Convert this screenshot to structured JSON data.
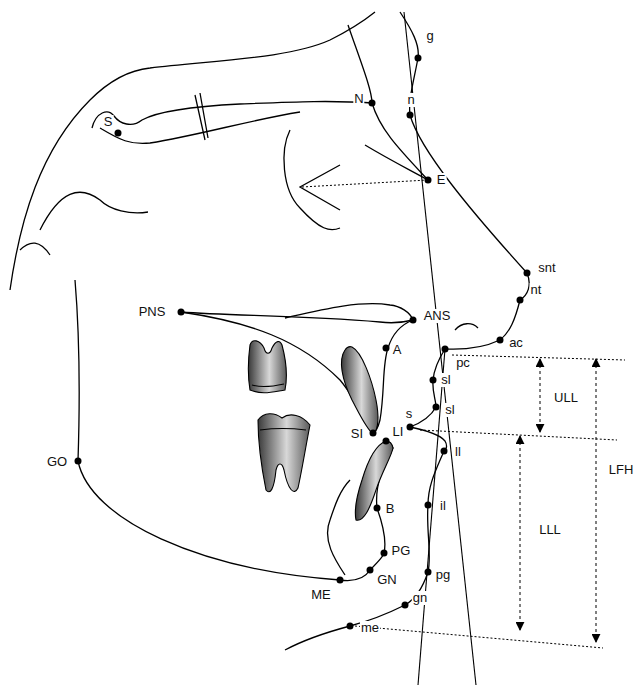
{
  "diagram": {
    "labels": [
      "g",
      "N",
      "n",
      "S",
      "E",
      "snt",
      "nt",
      "PNS",
      "ANS",
      "ac",
      "A",
      "pc",
      "sl",
      "ULL",
      "LFH",
      "sl",
      "s",
      "SI",
      "LI",
      "ll",
      "GO",
      "LLL",
      "il",
      "B",
      "PG",
      "GN",
      "ME",
      "pg",
      "gn",
      "me"
    ]
  }
}
